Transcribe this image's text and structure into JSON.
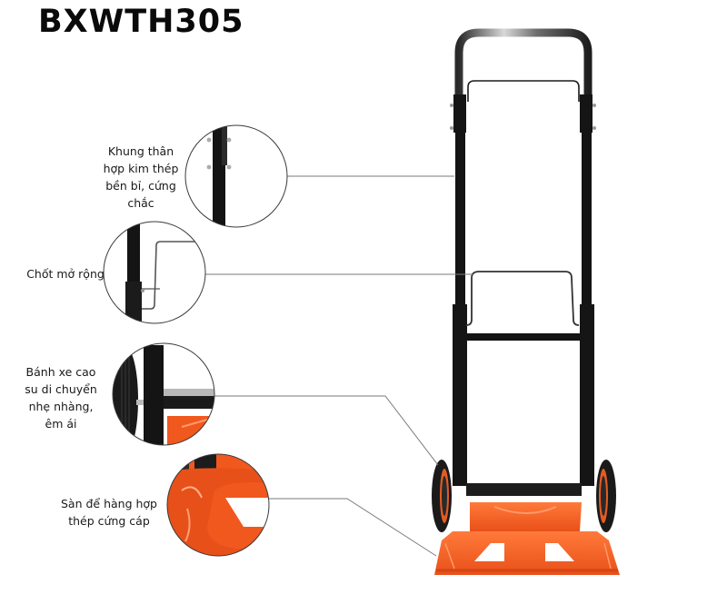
{
  "product": {
    "model": "BXWTH305"
  },
  "callouts": [
    {
      "id": "frame",
      "label_lines": [
        "Khung thân",
        "hợp kim thép",
        "bền bỉ, cứng",
        "chắc"
      ]
    },
    {
      "id": "extension-pin",
      "label_lines": [
        "Chốt mở rộng"
      ]
    },
    {
      "id": "wheels",
      "label_lines": [
        "Bánh xe cao",
        "su di chuyển",
        "nhẹ nhàng,",
        "êm ái"
      ]
    },
    {
      "id": "platform",
      "label_lines": [
        "Sàn để hàng hợp",
        "thép cứng cáp"
      ]
    }
  ],
  "colors": {
    "frame": "#141414",
    "chrome": "#8a8a8a",
    "platform_orange": "#f0581e",
    "platform_highlight": "#ff8a55",
    "leader_line": "#7a7a7a",
    "circle_border": "#3a3a3a"
  }
}
